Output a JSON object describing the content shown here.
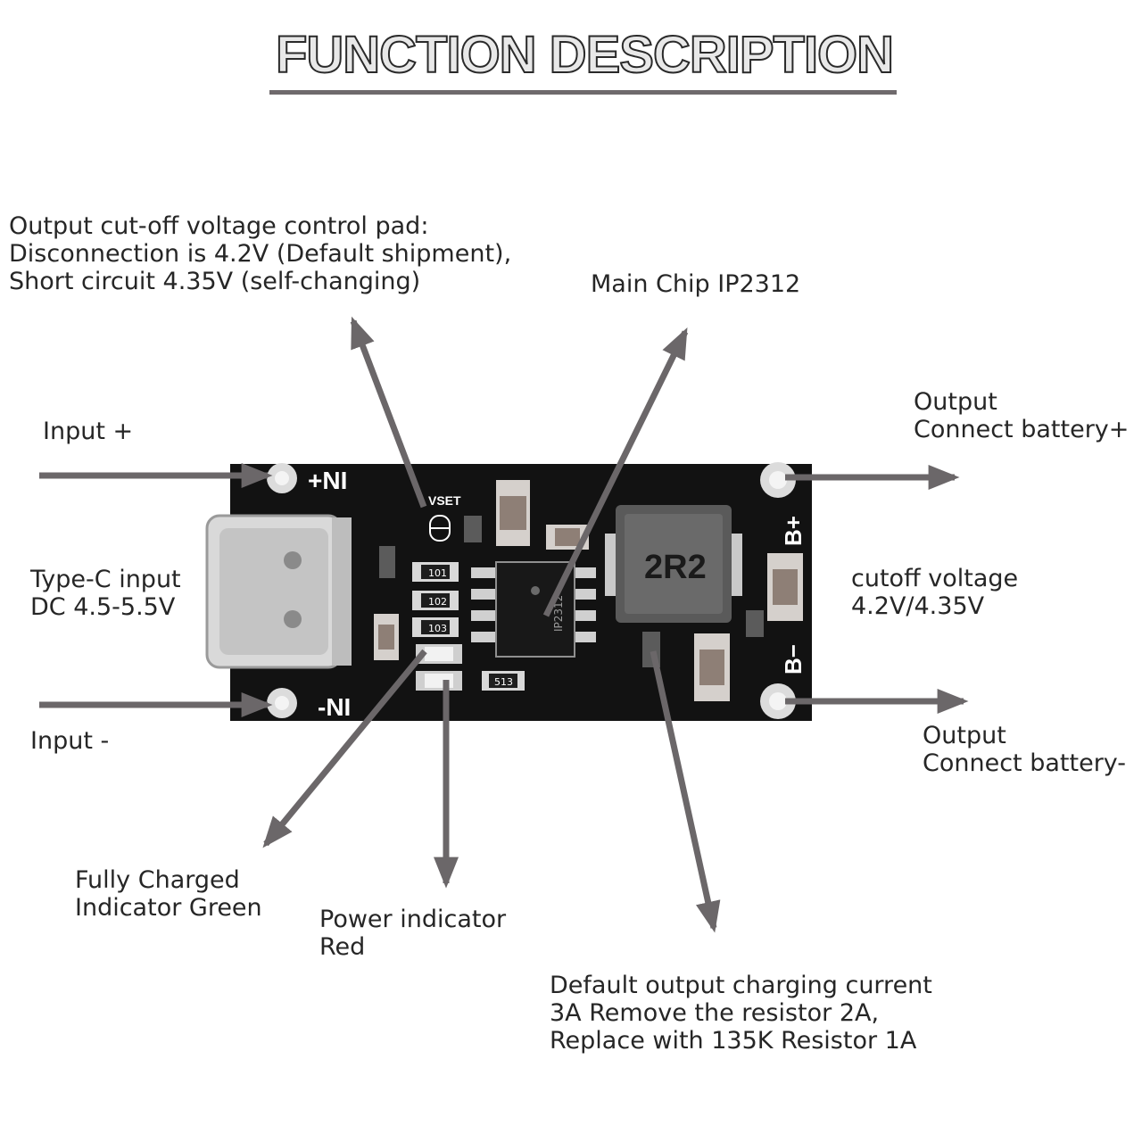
{
  "title": "FUNCTION DESCRIPTION",
  "labels": {
    "cutoff_pad": [
      "Output cut-off voltage control pad:",
      "Disconnection is 4.2V (Default shipment),",
      "Short circuit 4.35V (self-changing)"
    ],
    "main_chip": "Main Chip IP2312",
    "input_plus": "Input +",
    "output_plus": [
      "Output",
      "Connect battery+"
    ],
    "type_c": [
      "Type-C input",
      "DC 4.5-5.5V"
    ],
    "cutoff_voltage": [
      "cutoff voltage",
      "4.2V/4.35V"
    ],
    "input_minus": "Input -",
    "output_minus": [
      "Output",
      "Connect battery-"
    ],
    "fully_charged": [
      "Fully Charged",
      "Indicator Green"
    ],
    "power_indicator": [
      "Power indicator",
      "Red"
    ],
    "charging_current": [
      "Default output charging current",
      "3A Remove the resistor 2A,",
      "Replace with 135K Resistor 1A"
    ]
  },
  "board": {
    "silk_in_plus": "+NI",
    "silk_in_minus": "-NI",
    "silk_b_plus": "B+",
    "silk_b_minus": "B−",
    "silk_vset": "VSET",
    "inductor_code": "2R2",
    "chip_marking": "IP2312",
    "resistor_codes": [
      "101",
      "102",
      "103"
    ],
    "resistor_513": "513"
  },
  "colors": {
    "pcb": "#121212",
    "arrow": "#6b6769",
    "pad": "#dcdcdc",
    "inductor": "#5a5a5a"
  }
}
